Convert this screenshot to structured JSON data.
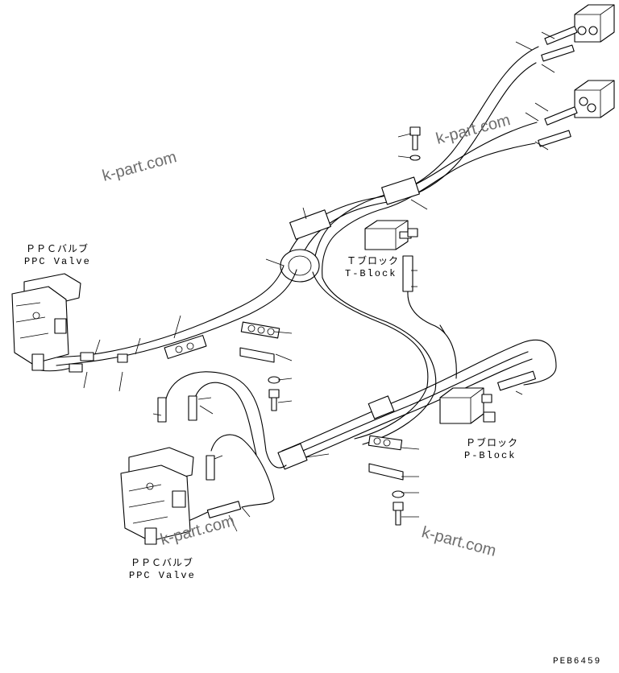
{
  "labels": {
    "ppc_valve_top_jp": "ＰＰＣバルブ",
    "ppc_valve_top_en": "PPC Valve",
    "t_block_jp": "Ｔブロック",
    "t_block_en": "T-Block",
    "p_block_jp": "Ｐブロック",
    "p_block_en": "P-Block",
    "ppc_valve_bottom_jp": "ＰＰＣバルブ",
    "ppc_valve_bottom_en": "PPC Valve",
    "drawing_code": "PEB6459"
  },
  "watermarks": [
    "k-part.com",
    "k-part.com",
    "k-part.com",
    "k-part.com"
  ]
}
